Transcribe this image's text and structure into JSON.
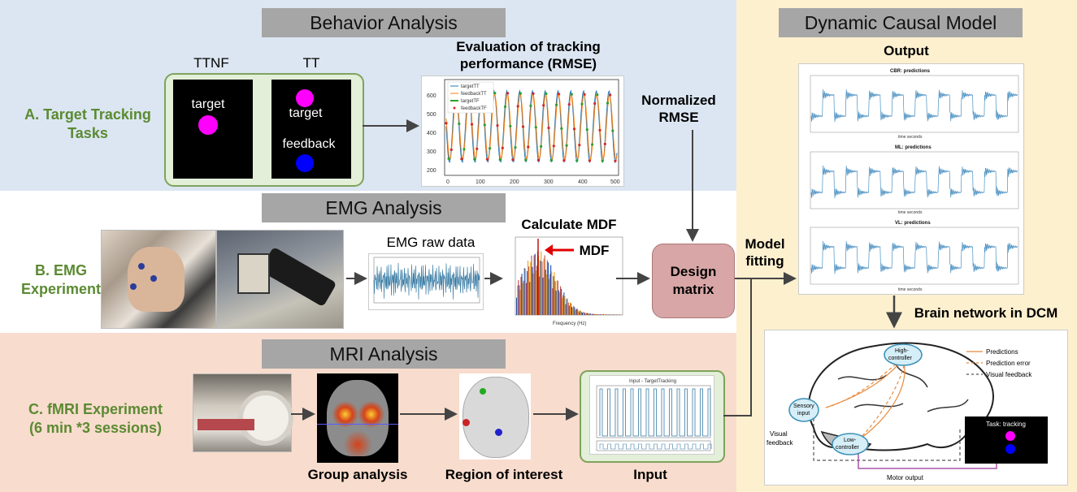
{
  "sections": {
    "behavior": "Behavior Analysis",
    "emg": "EMG Analysis",
    "mri": "MRI Analysis",
    "dcm": "Dynamic Causal Model"
  },
  "row_labels": {
    "a": [
      "A. Target Tracking",
      "Tasks"
    ],
    "b": [
      "B. EMG",
      "Experiment"
    ],
    "c": [
      "C. fMRI Experiment",
      "(6 min *3 sessions)"
    ]
  },
  "tasks": {
    "ttnf": "TTNF",
    "tt": "TT",
    "target": "target",
    "feedback": "feedback"
  },
  "behavior": {
    "eval_title": [
      "Evaluation of tracking",
      "performance (RMSE)"
    ],
    "legend": [
      "targetTT",
      "feedbackTT",
      "targetTF",
      "feedbackTF"
    ],
    "normalized": [
      "Normalized",
      "RMSE"
    ],
    "x_ticks": [
      "0",
      "100",
      "200",
      "300",
      "400",
      "500"
    ],
    "y_ticks": [
      "600",
      "500",
      "400",
      "300",
      "200"
    ]
  },
  "emg": {
    "raw_label": "EMG raw data",
    "calc_mdf": "Calculate MDF",
    "mdf": "MDF",
    "design": [
      "Design",
      "matrix"
    ],
    "model_fitting": [
      "Model",
      "fitting"
    ],
    "freq_xlabel": "Frequency (Hz)"
  },
  "mri": {
    "group": "Group analysis",
    "roi": "Region of interest",
    "input": "Input",
    "input_title": "Input - TargetTracking"
  },
  "dcm": {
    "output": "Output",
    "plots": [
      "CBR: predictions",
      "ML: predictions",
      "VL: predictions"
    ],
    "plot_xlabel": "time seconds",
    "brain_network": "Brain network in DCM",
    "legend": [
      "Predictions",
      "Prediction error",
      "Visual feedback"
    ],
    "nodes": {
      "high": [
        "High-",
        "controller"
      ],
      "sensory": [
        "Sensory",
        "input"
      ],
      "low": [
        "Low-",
        "controller"
      ]
    },
    "visual_feedback": [
      "Visual",
      "feedback"
    ],
    "motor_output": "Motor output",
    "task_tracking": "Task: tracking"
  },
  "colors": {
    "blue_band": "#dce6f2",
    "salmon_band": "#f8dccd",
    "yellow_band": "#fdf0cf",
    "section_gray": "#a6a6a6",
    "label_green": "#5b8a32",
    "design_box": "#d8a6a6",
    "magenta": "#ff00ff",
    "blue_dot": "#0000ff"
  }
}
